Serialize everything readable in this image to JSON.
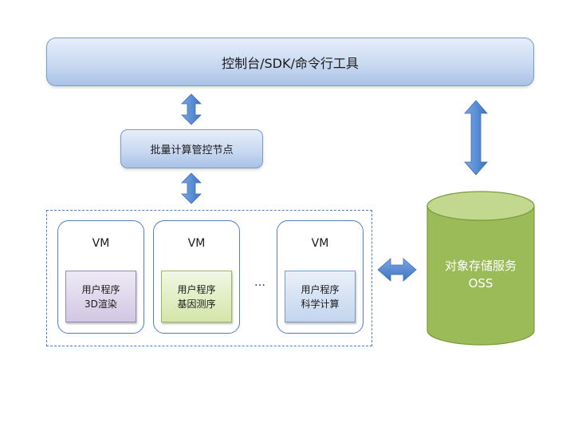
{
  "top_bar": {
    "label": "控制台/SDK/命令行工具"
  },
  "batch_node": {
    "label": "批量计算管控节点"
  },
  "vms": [
    {
      "label": "VM",
      "app_line1": "用户程序",
      "app_line2": "3D渲染"
    },
    {
      "label": "VM",
      "app_line1": "用户程序",
      "app_line2": "基因测序"
    },
    {
      "label": "VM",
      "app_line1": "用户程序",
      "app_line2": "科学计算"
    }
  ],
  "ellipsis": "…",
  "oss": {
    "line1": "对象存储服务",
    "line2": "OSS"
  },
  "colors": {
    "blue_box": "#c9d9f1",
    "arrow_fill": "#5b8fd6",
    "oss_green": "#9bbb59",
    "dash_border": "#4f7fbf"
  }
}
